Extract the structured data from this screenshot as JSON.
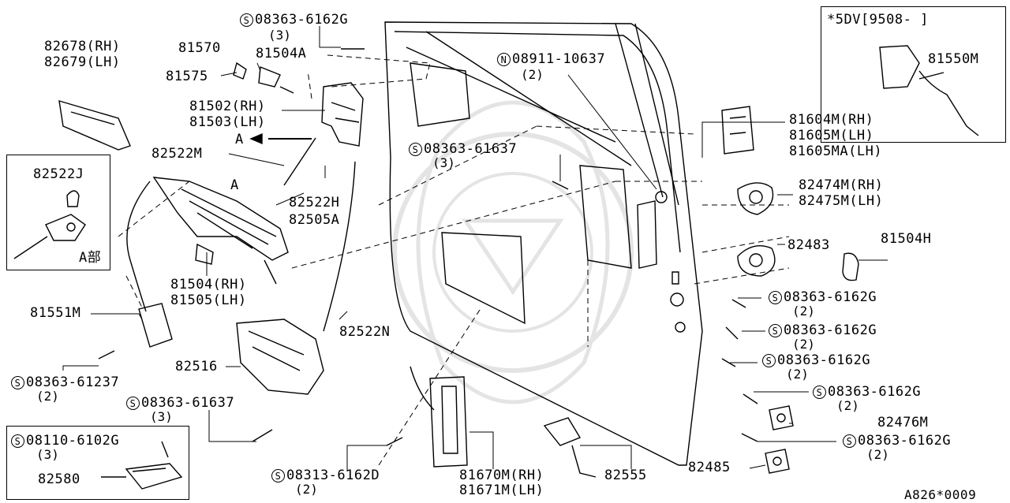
{
  "inset_5dv": {
    "title": "\u00185DV\u0000",
    "title_text": "*5DV[9508-    ]",
    "part": "81550M"
  },
  "inset_a": {
    "part": "82522J",
    "caption": "A部",
    "caption_text": "A部"
  },
  "inset_bottom": {
    "screw": "08110-6102G",
    "screw_sym": "S",
    "qty": "(3)",
    "part": "82580"
  },
  "parts": {
    "p1": "08363-6162G",
    "p1_qty": "(3)",
    "p2": "82678(RH)",
    "p3": "82679(LH)",
    "p4": "81570",
    "p5": "81504A",
    "p6": "81575",
    "p7": "81502(RH)",
    "p8": "81503(LH)",
    "p9": "08911-10637",
    "p9_qty": "(2)",
    "p9_sym": "N",
    "p10": "81604M(RH)",
    "p11": "81605M(LH)",
    "p12": "81605MA(LH)",
    "p13": "82522M",
    "arrow_a": "A",
    "arrow_a2": "A",
    "p14": "08363-61637",
    "p14_qty": "(3)",
    "p15": "82522H",
    "p16": "82505A",
    "p17": "82474M(RH)",
    "p18": "82475M(LH)",
    "p19": "82483",
    "p20": "81504H",
    "p21": "81504(RH)",
    "p22": "81505(LH)",
    "p23": "81551M",
    "p24": "08363-6162G",
    "p24_qty": "(2)",
    "p25": "08363-6162G",
    "p25_qty": "(2)",
    "p26": "82522N",
    "p27": "08363-6162G",
    "p27_qty": "(2)",
    "p28": "82516",
    "p29": "08363-61237",
    "p29_qty": "(2)",
    "p30": "08363-6162G",
    "p30_qty": "(2)",
    "p31": "08363-61637",
    "p31_qty": "(3)",
    "p32": "82476M",
    "p33": "08363-6162G",
    "p33_qty": "(2)",
    "p34": "82485",
    "p35": "08313-6162D",
    "p35_qty": "(2)",
    "p36": "81670M(RH)",
    "p37": "81671M(LH)",
    "p38": "82555",
    "sym_s": "S"
  },
  "footer": {
    "code": "A826*0009"
  }
}
